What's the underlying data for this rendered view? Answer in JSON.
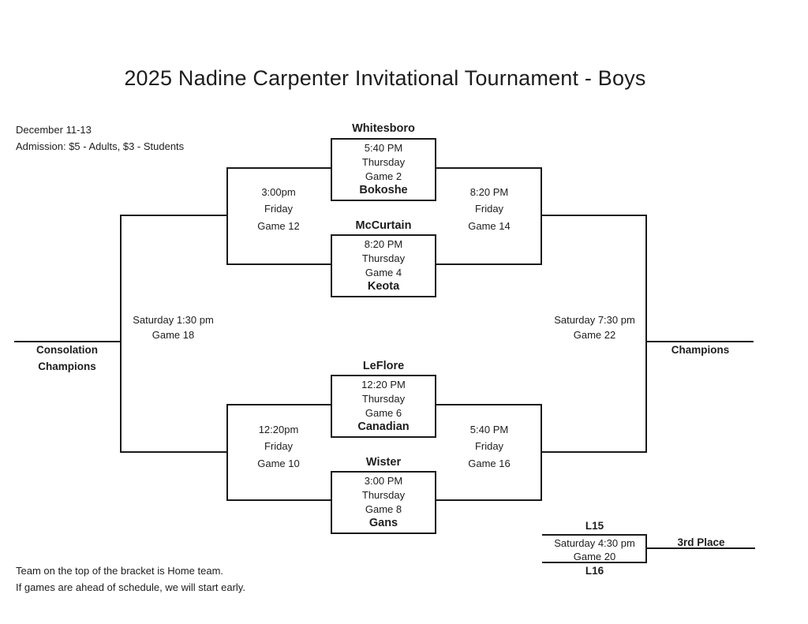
{
  "title": "2025 Nadine Carpenter Invitational Tournament - Boys",
  "info": {
    "dates": "December 11-13",
    "admission": "Admission: $5 - Adults, $3 - Students"
  },
  "footer": {
    "note1": "Team on the top of the bracket is Home team.",
    "note2": "If games are ahead of schedule, we will start early."
  },
  "games": {
    "g2": {
      "home": "Whitesboro",
      "time": "5:40 PM",
      "day": "Thursday",
      "name": "Game 2",
      "away": "Bokoshe"
    },
    "g4": {
      "home": "McCurtain",
      "time": "8:20 PM",
      "day": "Thursday",
      "name": "Game 4",
      "away": "Keota"
    },
    "g6": {
      "home": "LeFlore",
      "time": "12:20 PM",
      "day": "Thursday",
      "name": "Game 6",
      "away": "Canadian"
    },
    "g8": {
      "home": "Wister",
      "time": "3:00 PM",
      "day": "Thursday",
      "name": "Game 8",
      "away": "Gans"
    },
    "g10": {
      "time": "12:20pm",
      "day": "Friday",
      "name": "Game 10"
    },
    "g12": {
      "time": "3:00pm",
      "day": "Friday",
      "name": "Game 12"
    },
    "g14": {
      "time": "8:20 PM",
      "day": "Friday",
      "name": "Game 14"
    },
    "g16": {
      "time": "5:40 PM",
      "day": "Friday",
      "name": "Game 16"
    },
    "g18": {
      "time": "Saturday 1:30 pm",
      "name": "Game 18"
    },
    "g20": {
      "seed_top": "L15",
      "time": "Saturday 4:30 pm",
      "name": "Game 20",
      "seed_bottom": "L16"
    },
    "g22": {
      "time": "Saturday 7:30 pm",
      "name": "Game 22"
    }
  },
  "results": {
    "consolation_line1": "Consolation",
    "consolation_line2": "Champions",
    "champions": "Champions",
    "third_place": "3rd Place"
  },
  "colors": {
    "line": "#1a1a1a",
    "text": "#1d1d1d",
    "background": "#ffffff"
  }
}
